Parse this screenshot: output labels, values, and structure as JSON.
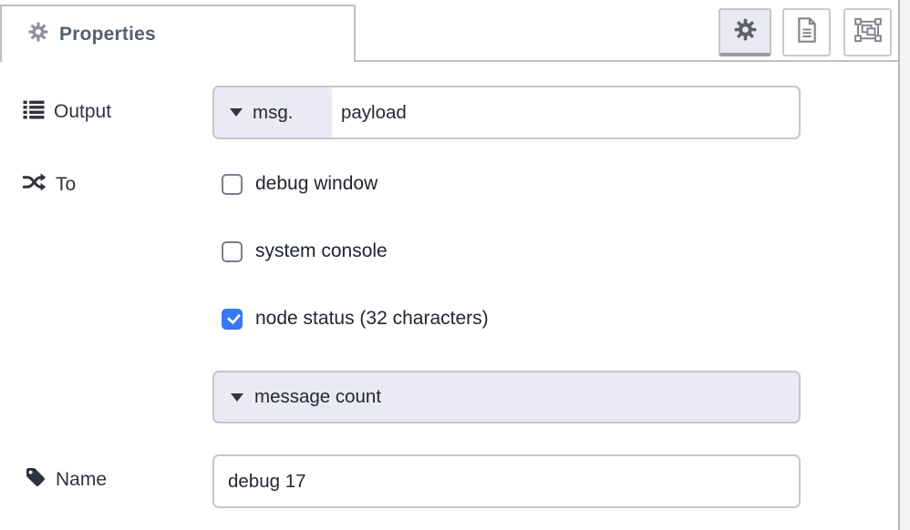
{
  "header": {
    "tab_title": "Properties",
    "toolbar": {
      "active_button": "properties",
      "buttons": [
        {
          "name": "properties",
          "icon": "gear-icon"
        },
        {
          "name": "description",
          "icon": "file-text-icon"
        },
        {
          "name": "appearance",
          "icon": "object-group-icon"
        }
      ]
    }
  },
  "form": {
    "output": {
      "label": "Output",
      "icon": "list-icon",
      "typed_input": {
        "prefix": "msg.",
        "value": "payload"
      }
    },
    "to": {
      "label": "To",
      "icon": "shuffle-icon",
      "checkboxes": [
        {
          "label": "debug window",
          "checked": false
        },
        {
          "label": "system console",
          "checked": false
        },
        {
          "label": "node status (32 characters)",
          "checked": true
        }
      ]
    },
    "status_value": {
      "value": "message count",
      "icon": "chevron-down-icon"
    },
    "name": {
      "label": "Name",
      "icon": "tag-icon",
      "value": "debug 17"
    }
  },
  "colors": {
    "checkbox_checked": "#3878f2",
    "typed_input_button_bg": "#e9eaf3",
    "border_gray": "#c6c6cc",
    "tab_border": "#bfbfc6",
    "tab_title_text": "#54606b",
    "label_text": "#2e343c"
  }
}
